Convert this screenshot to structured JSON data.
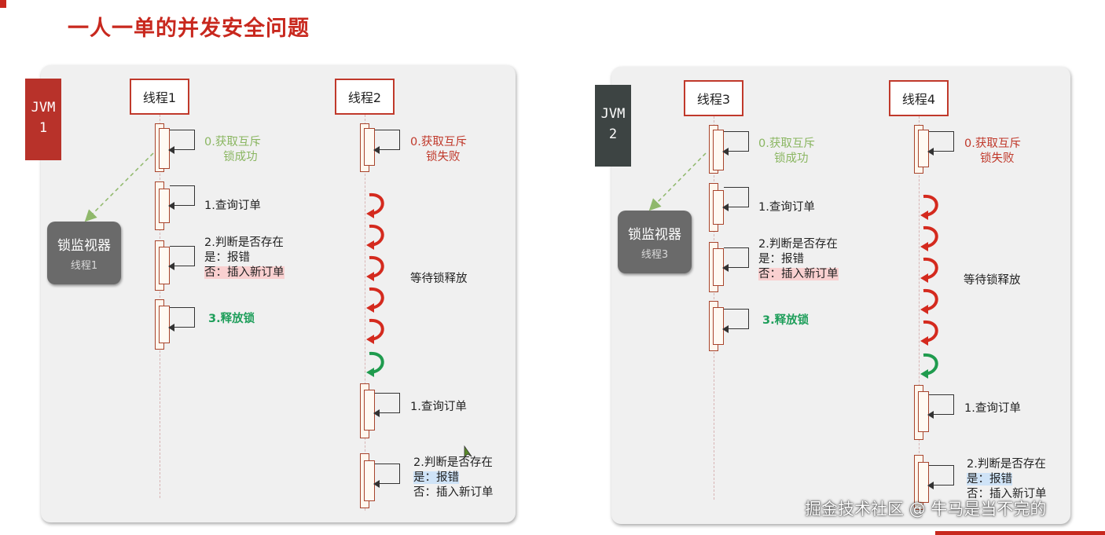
{
  "title": "一人一单的并发安全问题",
  "panels": [
    {
      "jvm": [
        "JVM",
        "1"
      ],
      "jvm_color": "#b8322a",
      "threads": [
        {
          "name": "线程1",
          "lock_step": [
            "0.获取互斥",
            "锁成功"
          ],
          "lock_result": "success",
          "steps": {
            "query": "1.查询订单",
            "judge": "2.判断是否存在",
            "yes": "是：报错",
            "no": "否：插入新订单",
            "release": "3.释放锁"
          }
        },
        {
          "name": "线程2",
          "lock_step": [
            "0.获取互斥",
            "锁失败"
          ],
          "lock_result": "fail",
          "wait": "等待锁释放",
          "steps": {
            "query": "1.查询订单",
            "judge": "2.判断是否存在",
            "yes": "是：报错",
            "no": "否：插入新订单"
          }
        }
      ],
      "monitor": {
        "title": "锁监视器",
        "owner": "线程1"
      }
    },
    {
      "jvm": [
        "JVM",
        "2"
      ],
      "jvm_color": "#3d4443",
      "threads": [
        {
          "name": "线程3",
          "lock_step": [
            "0.获取互斥",
            "锁成功"
          ],
          "lock_result": "success",
          "steps": {
            "query": "1.查询订单",
            "judge": "2.判断是否存在",
            "yes": "是：报错",
            "no": "否：插入新订单",
            "release": "3.释放锁"
          }
        },
        {
          "name": "线程4",
          "lock_step": [
            "0.获取互斥",
            "锁失败"
          ],
          "lock_result": "fail",
          "wait": "等待锁释放",
          "steps": {
            "query": "1.查询订单",
            "judge": "2.判断是否存在",
            "yes": "是：报错",
            "no": "否：插入新订单"
          }
        }
      ],
      "monitor": {
        "title": "锁监视器",
        "owner": "线程3"
      }
    }
  ],
  "watermark": "掘金技术社区 @ 牛马是当不完的",
  "colors": {
    "accent": "#c8281e",
    "success": "#8ab661",
    "fail": "#c0392b",
    "release": "#1e9e5a",
    "wait_arrow": "#d42a1e",
    "go_arrow": "#1f9b4e"
  }
}
